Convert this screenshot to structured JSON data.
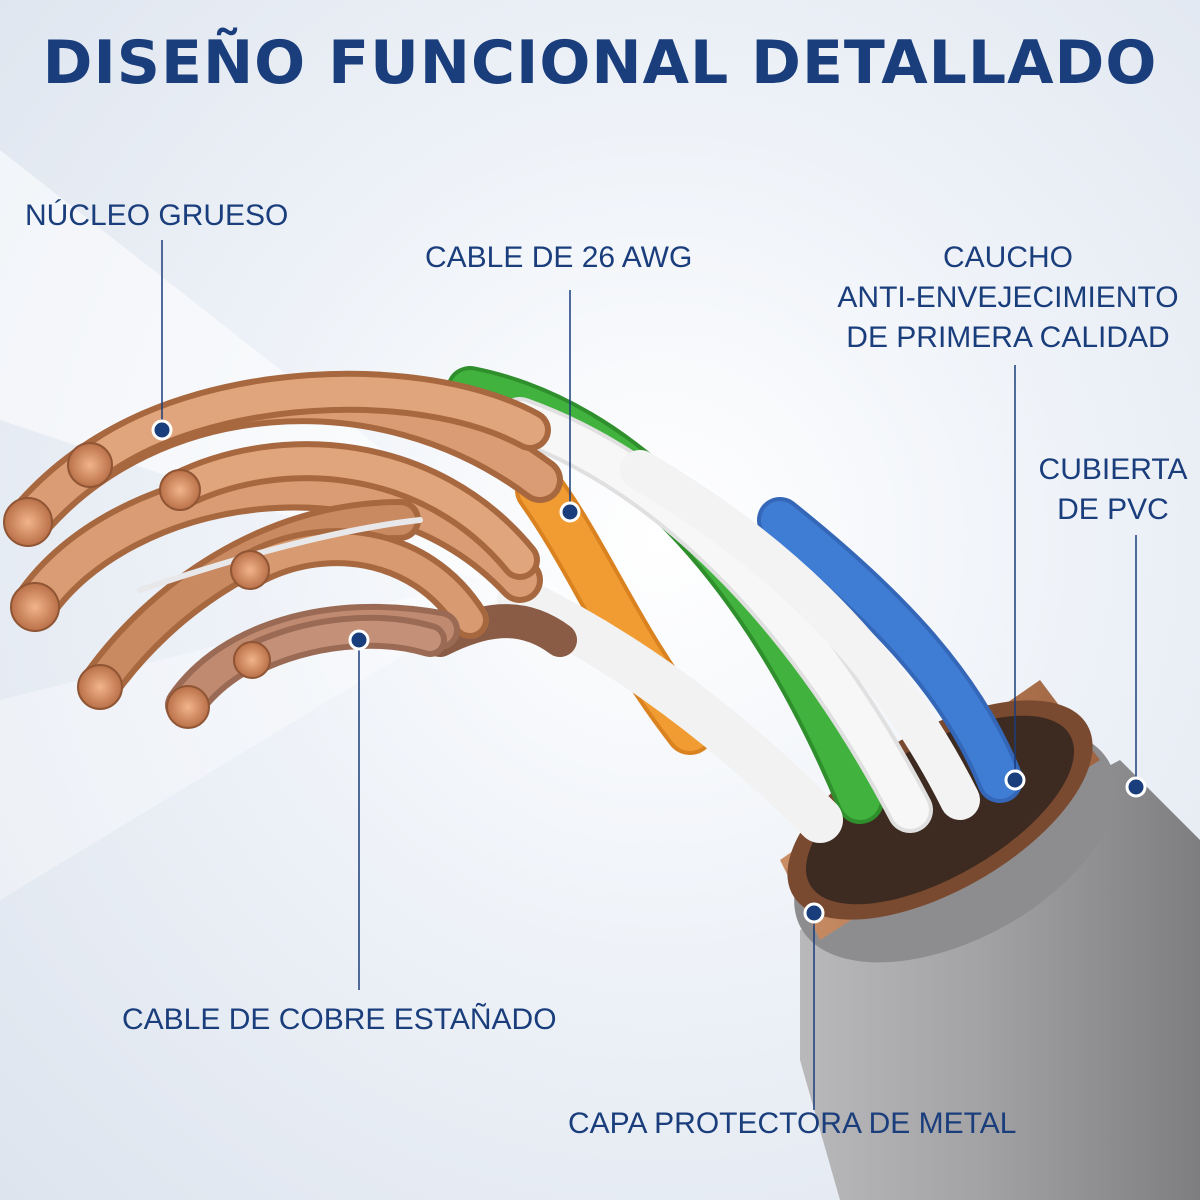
{
  "title": "DISEÑO FUNCIONAL DETALLADO",
  "labels": {
    "nucleo": "NÚCLEO GRUESO",
    "cable26": "CABLE DE 26 AWG",
    "caucho": [
      "CAUCHO",
      "ANTI-ENVEJECIMIENTO",
      "DE PRIMERA CALIDAD"
    ],
    "cubierta": [
      "CUBIERTA",
      "DE PVC"
    ],
    "cobre": "CABLE DE COBRE ESTAÑADO",
    "capa": "CAPA PROTECTORA DE METAL"
  },
  "colors": {
    "text": "#1a3d7c",
    "copper": "#c98a62",
    "orange": "#ef9a2e",
    "green": "#3fae3b",
    "blue": "#3d78cf",
    "white_wire": "#f4f4f4",
    "brown_wire": "#a0715a",
    "copper_band": "#b87a55",
    "pvc_jacket": "#9a9a9c"
  }
}
